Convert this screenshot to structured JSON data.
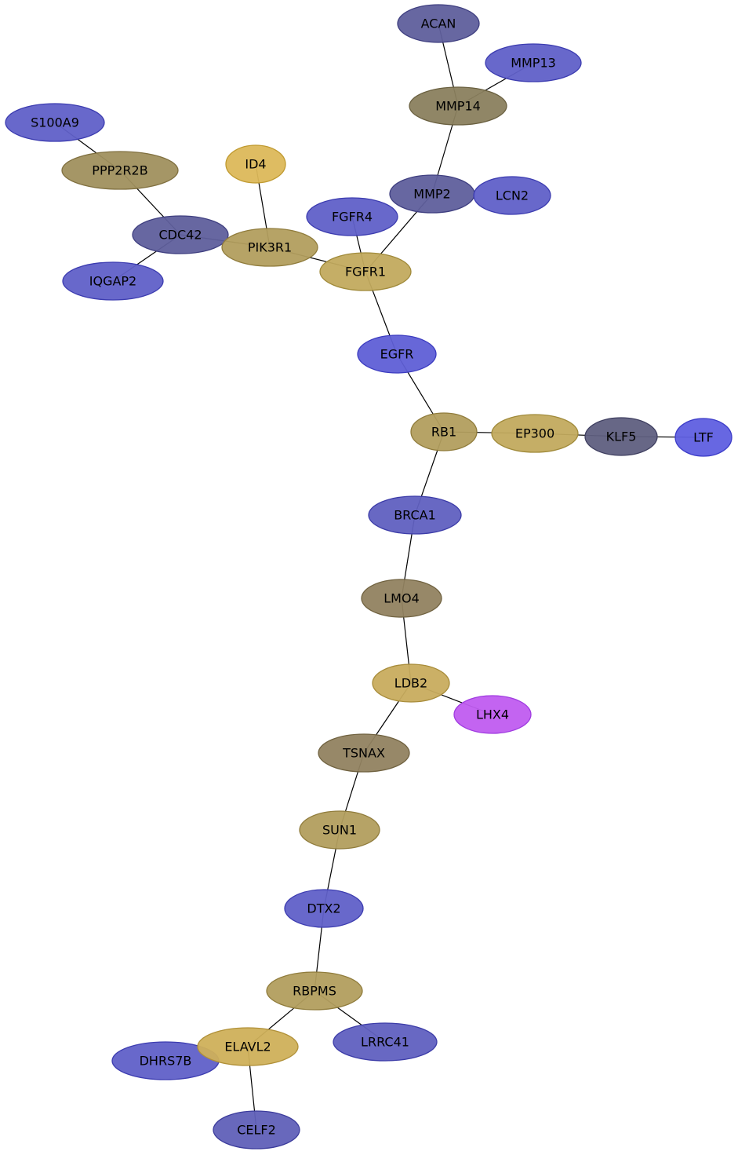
{
  "nodes": [
    {
      "id": "ACAN",
      "label": "ACAN",
      "fill": "#5f5f9c",
      "stroke": "#3f3f80"
    },
    {
      "id": "MMP13",
      "label": "MMP13",
      "fill": "#6060c8",
      "stroke": "#3c3cb0"
    },
    {
      "id": "MMP14",
      "label": "MMP14",
      "fill": "#8a7f5e",
      "stroke": "#6a6040"
    },
    {
      "id": "S100A9",
      "label": "S100A9",
      "fill": "#6060c8",
      "stroke": "#3c3cb0"
    },
    {
      "id": "PPP2R2B",
      "label": "PPP2R2B",
      "fill": "#a0905e",
      "stroke": "#807040"
    },
    {
      "id": "ID4",
      "label": "ID4",
      "fill": "#dcb85a",
      "stroke": "#c09a30"
    },
    {
      "id": "MMP2",
      "label": "MMP2",
      "fill": "#5f5f9c",
      "stroke": "#3f3f80"
    },
    {
      "id": "LCN2",
      "label": "LCN2",
      "fill": "#6060c8",
      "stroke": "#3c3cb0"
    },
    {
      "id": "FGFR4",
      "label": "FGFR4",
      "fill": "#6060c8",
      "stroke": "#3c3cb0"
    },
    {
      "id": "CDC42",
      "label": "CDC42",
      "fill": "#5f5f9c",
      "stroke": "#3f3f80"
    },
    {
      "id": "PIK3R1",
      "label": "PIK3R1",
      "fill": "#b29e5e",
      "stroke": "#907c3c"
    },
    {
      "id": "FGFR1",
      "label": "FGFR1",
      "fill": "#c2aa5e",
      "stroke": "#a08a3a"
    },
    {
      "id": "IQGAP2",
      "label": "IQGAP2",
      "fill": "#6060c8",
      "stroke": "#3c3cb0"
    },
    {
      "id": "EGFR",
      "label": "EGFR",
      "fill": "#5f5fd6",
      "stroke": "#3c3cc0"
    },
    {
      "id": "RB1",
      "label": "RB1",
      "fill": "#b29e5e",
      "stroke": "#907c3c"
    },
    {
      "id": "EP300",
      "label": "EP300",
      "fill": "#c2aa5e",
      "stroke": "#a08a3a"
    },
    {
      "id": "KLF5",
      "label": "KLF5",
      "fill": "#5f5f80",
      "stroke": "#3f3f60"
    },
    {
      "id": "LTF",
      "label": "LTF",
      "fill": "#5f5fe0",
      "stroke": "#3c3cc8"
    },
    {
      "id": "BRCA1",
      "label": "BRCA1",
      "fill": "#6060c0",
      "stroke": "#3c3ca8"
    },
    {
      "id": "LMO4",
      "label": "LMO4",
      "fill": "#918260",
      "stroke": "#706240"
    },
    {
      "id": "LDB2",
      "label": "LDB2",
      "fill": "#c8ac5e",
      "stroke": "#a88c3a"
    },
    {
      "id": "LHX4",
      "label": "LHX4",
      "fill": "#c05cf0",
      "stroke": "#a03ce0"
    },
    {
      "id": "TSNAX",
      "label": "TSNAX",
      "fill": "#918260",
      "stroke": "#706240"
    },
    {
      "id": "SUN1",
      "label": "SUN1",
      "fill": "#b29e5e",
      "stroke": "#907c3c"
    },
    {
      "id": "DTX2",
      "label": "DTX2",
      "fill": "#6060c8",
      "stroke": "#3c3cb0"
    },
    {
      "id": "RBPMS",
      "label": "RBPMS",
      "fill": "#b29e5e",
      "stroke": "#907c3c"
    },
    {
      "id": "DHRS7B",
      "label": "DHRS7B",
      "fill": "#6060c8",
      "stroke": "#3c3cb0"
    },
    {
      "id": "ELAVL2",
      "label": "ELAVL2",
      "fill": "#cfb05a",
      "stroke": "#b09038"
    },
    {
      "id": "LRRC41",
      "label": "LRRC41",
      "fill": "#6060c0",
      "stroke": "#3c3ca8"
    },
    {
      "id": "CELF2",
      "label": "CELF2",
      "fill": "#6060b8",
      "stroke": "#3c3c9c"
    }
  ],
  "edges": [
    [
      "ACAN",
      "MMP14"
    ],
    [
      "MMP13",
      "MMP14"
    ],
    [
      "MMP14",
      "MMP2"
    ],
    [
      "MMP2",
      "FGFR1"
    ],
    [
      "FGFR4",
      "FGFR1"
    ],
    [
      "ID4",
      "PIK3R1"
    ],
    [
      "S100A9",
      "PPP2R2B"
    ],
    [
      "PPP2R2B",
      "CDC42"
    ],
    [
      "CDC42",
      "PIK3R1"
    ],
    [
      "CDC42",
      "IQGAP2"
    ],
    [
      "PIK3R1",
      "FGFR1"
    ],
    [
      "FGFR1",
      "EGFR"
    ],
    [
      "EGFR",
      "RB1"
    ],
    [
      "RB1",
      "EP300"
    ],
    [
      "EP300",
      "KLF5"
    ],
    [
      "KLF5",
      "LTF"
    ],
    [
      "RB1",
      "BRCA1"
    ],
    [
      "BRCA1",
      "LMO4"
    ],
    [
      "LMO4",
      "LDB2"
    ],
    [
      "LDB2",
      "LHX4"
    ],
    [
      "LDB2",
      "TSNAX"
    ],
    [
      "TSNAX",
      "SUN1"
    ],
    [
      "SUN1",
      "DTX2"
    ],
    [
      "DTX2",
      "RBPMS"
    ],
    [
      "RBPMS",
      "ELAVL2"
    ],
    [
      "RBPMS",
      "LRRC41"
    ],
    [
      "ELAVL2",
      "CELF2"
    ]
  ]
}
